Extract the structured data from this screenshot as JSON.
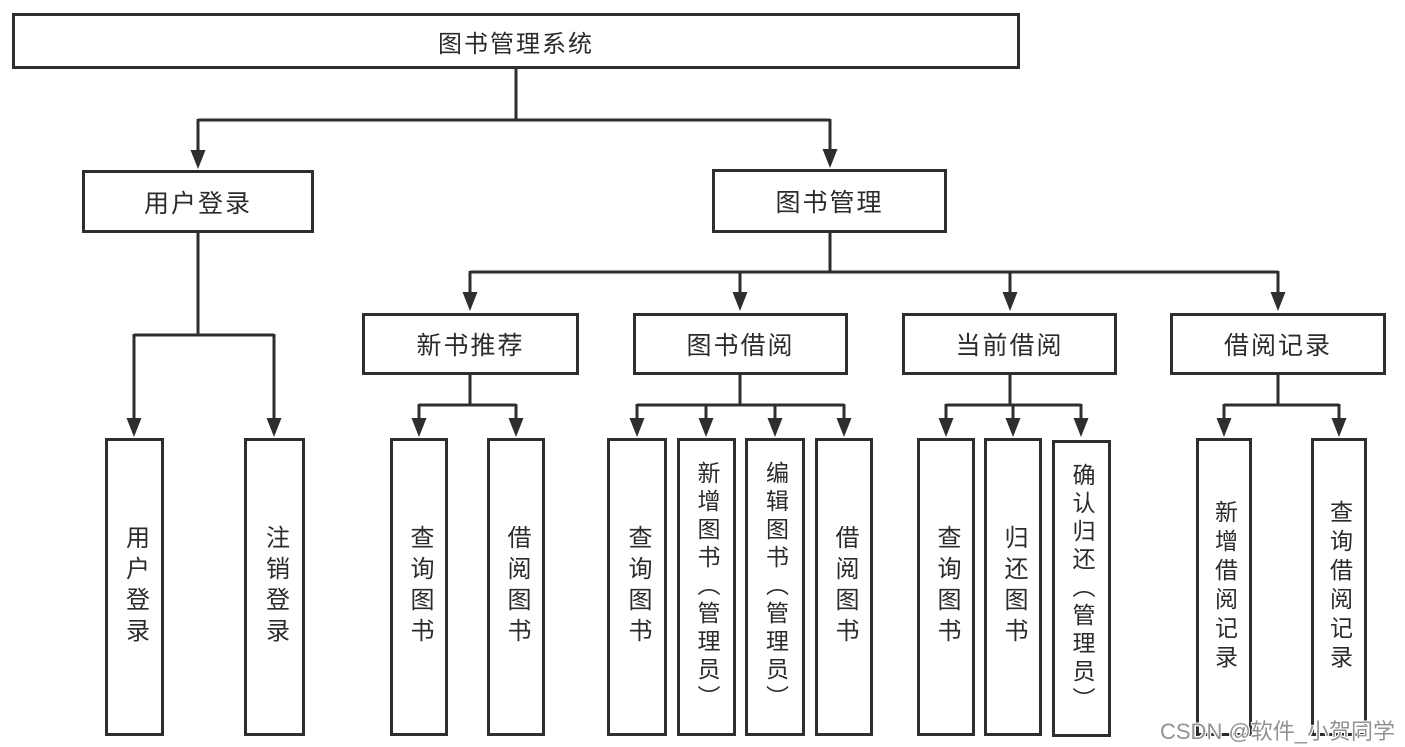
{
  "root": {
    "label": "图书管理系统"
  },
  "branches": [
    {
      "label": "用户登录",
      "children": [
        "用户登录",
        "注销登录"
      ]
    },
    {
      "label": "图书管理"
    }
  ],
  "modules": [
    {
      "label": "新书推荐",
      "children": [
        "查询图书",
        "借阅图书"
      ]
    },
    {
      "label": "图书借阅",
      "children": [
        "查询图书",
        "新增图书（管理员）",
        "编辑图书（管理员）",
        "借阅图书"
      ]
    },
    {
      "label": "当前借阅",
      "children": [
        "查询图书",
        "归还图书",
        "确认归还（管理员）"
      ]
    },
    {
      "label": "借阅记录",
      "children": [
        "新增借阅记录",
        "查询借阅记录"
      ]
    }
  ],
  "watermark": "CSDN @软件_小贺同学",
  "colors": {
    "line": "#2e2e2e",
    "border": "#2e2e2e",
    "text": "#2b2b2b",
    "watermark": "#8f9394",
    "background": "#ffffff"
  }
}
